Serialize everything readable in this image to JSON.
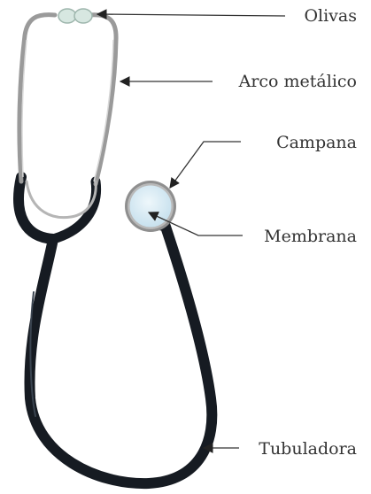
{
  "labels": {
    "olivas": "Olivas",
    "arco": "Arco metálico",
    "campana": "Campana",
    "membrana": "Membrana",
    "tubuladora": "Tubuladora"
  },
  "colors": {
    "tube": "#161b22",
    "metal": "#9a9a9a",
    "olive": "#d7e7e1",
    "diaphragm": "#d9ecf5",
    "bell_rim": "#8f8f8f",
    "leader": "#333333"
  },
  "icons": [
    "stethoscope-illustration"
  ]
}
